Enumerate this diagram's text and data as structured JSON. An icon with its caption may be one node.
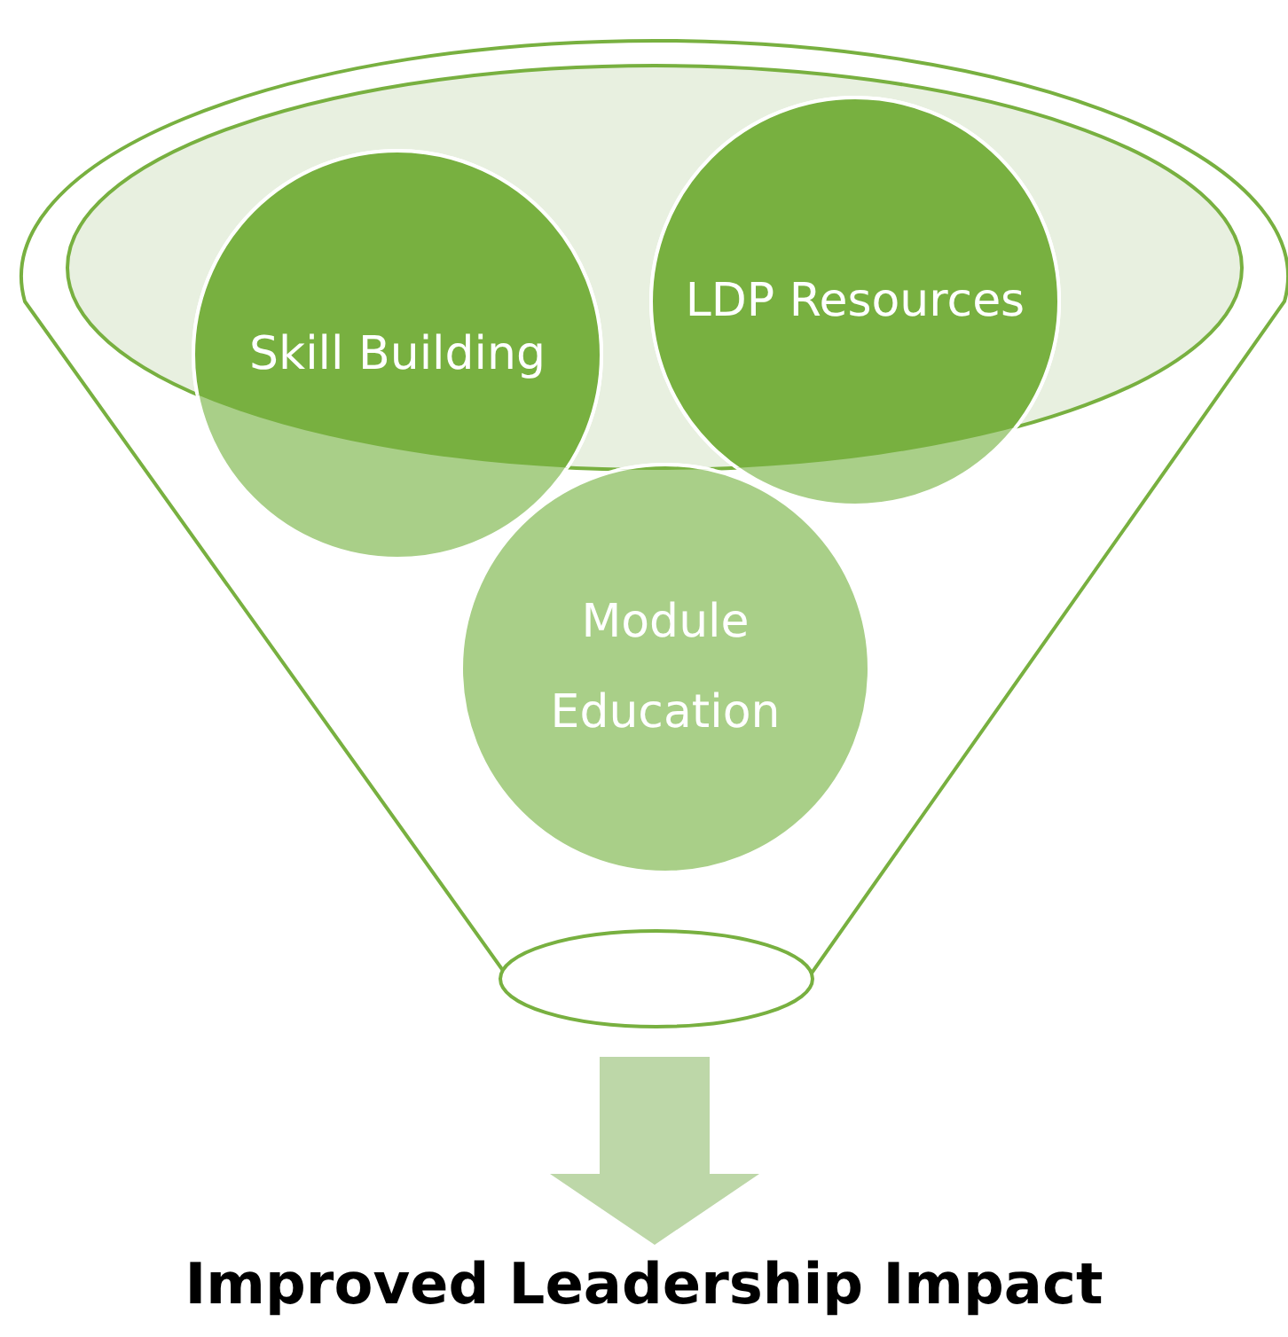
{
  "diagram": {
    "nodes": [
      {
        "text": [],
        "shape": "funnel"
      },
      {
        "text": [
          "Skill Building"
        ],
        "in": 0
      },
      {
        "text": [
          "LDP Resources"
        ],
        "in": 0
      },
      {
        "text": [
          "Module Education"
        ],
        "in": 0
      },
      {
        "text": [
          "Improved Leadership Impact"
        ]
      }
    ],
    "edges": [
      {
        "from": 0,
        "to": 4,
        "arrow": "to"
      }
    ]
  }
}
